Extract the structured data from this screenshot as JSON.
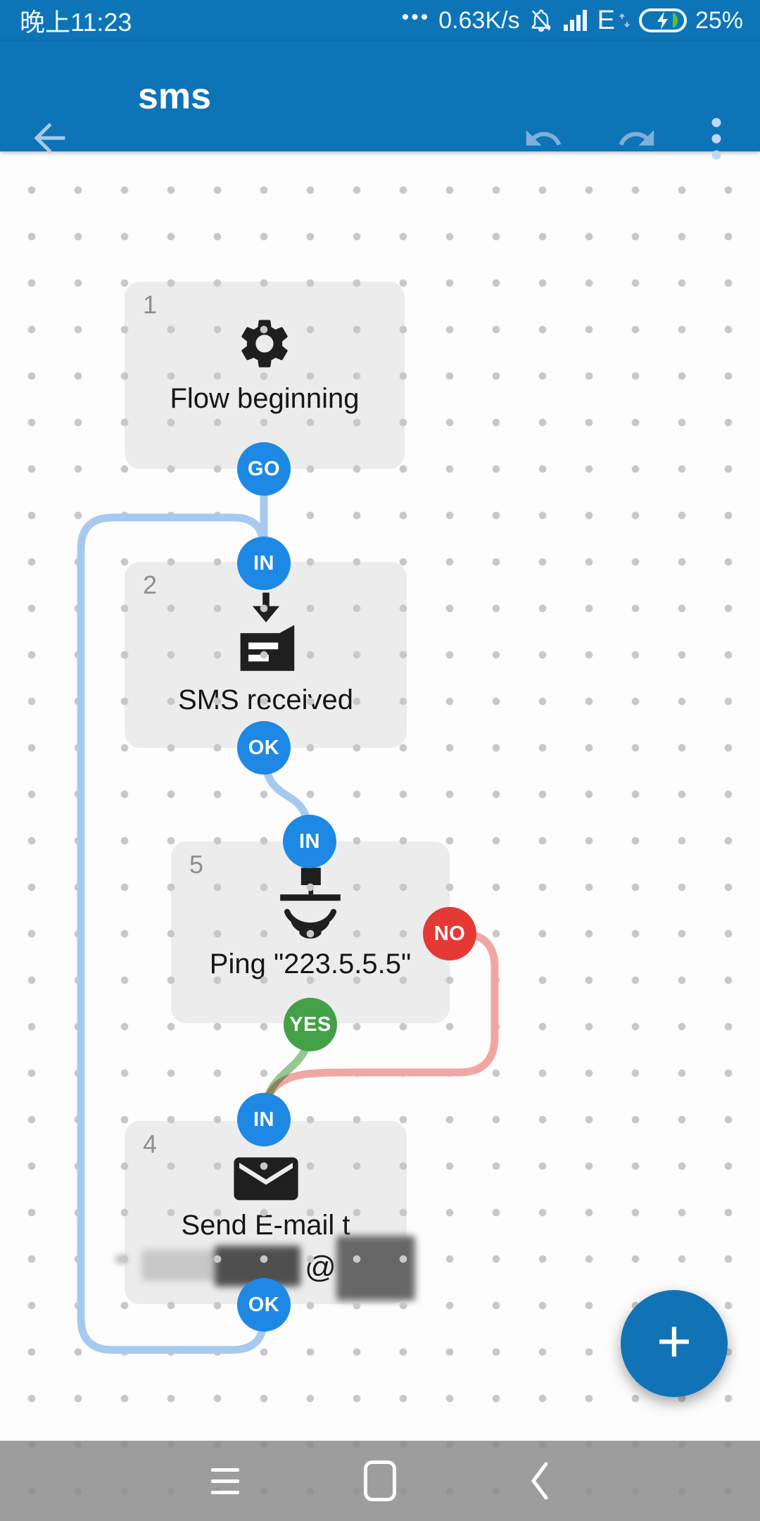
{
  "status_bar": {
    "time": "晚上11:23",
    "more_dots": "•••",
    "net_speed": "0.63K/s",
    "network_type": "E",
    "battery_percent": "25%",
    "icons": [
      "muted-bell-icon",
      "signal-bars-icon",
      "data-arrows-icon",
      "battery-charging-icon"
    ]
  },
  "app_bar": {
    "title": "sms",
    "actions": [
      "undo",
      "redo",
      "overflow-menu"
    ]
  },
  "flow": {
    "blocks": {
      "begin": {
        "number": "1",
        "label": "Flow beginning",
        "icon": "gear-icon"
      },
      "sms": {
        "number": "2",
        "label": "SMS received",
        "icon": "sms-received-icon"
      },
      "ping": {
        "number": "5",
        "label": "Ping \"223.5.5.5\"",
        "icon": "ping-icon"
      },
      "email": {
        "number": "4",
        "label": "Send E-mail t",
        "email_visible_char": "@",
        "icon": "envelope-icon"
      }
    },
    "ports": {
      "go": "GO",
      "in_sms": "IN",
      "ok_sms": "OK",
      "in_ping": "IN",
      "yes": "YES",
      "no": "NO",
      "in_email": "IN",
      "ok_email": "OK"
    }
  },
  "fab": {
    "label": "+"
  },
  "colors": {
    "app_bar_blue": "#0d74b8",
    "badge_blue": "#1e88e5",
    "yes_green": "#43a047",
    "no_red": "#e53935",
    "line_blue": "#a7c9f0",
    "line_green": "#94c794",
    "line_red": "#f2a6a3",
    "block_bg": "#ececec",
    "fab_blue": "#1173b5"
  }
}
